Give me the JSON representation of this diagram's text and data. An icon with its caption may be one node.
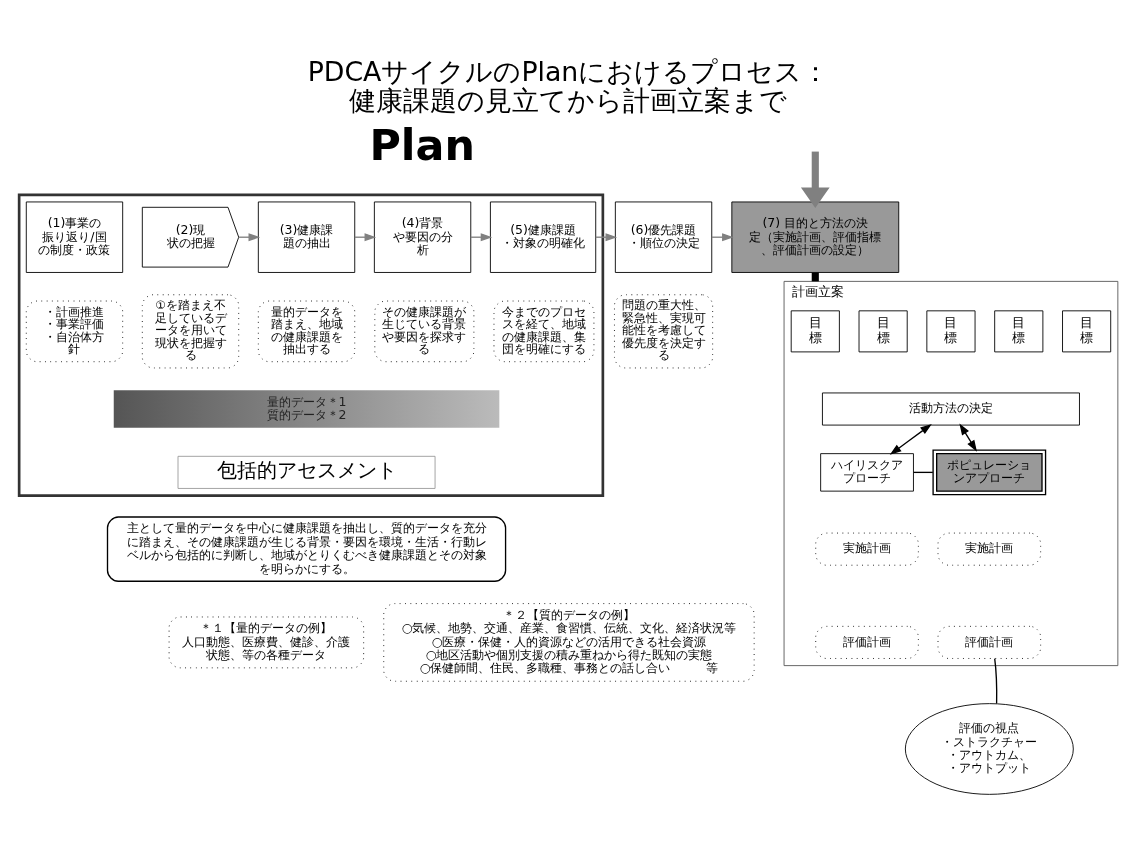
{
  "diagram": {
    "title": "PDCAサイクルのPlanにおけるプロセス：健康課題の見立てから計画立案まで",
    "nodes": [
      {
        "text": [],
        "shape": "box"
      },
      {
        "text": [
          "(1)事業の振り返り/国の制度・政策"
        ],
        "in": 0
      },
      {
        "text": [
          "(2)現状の把握"
        ],
        "in": 0
      },
      {
        "text": [
          "(3)健康課題の抽出"
        ],
        "in": 0
      },
      {
        "text": [
          "(4)背景や要因の分析"
        ],
        "in": 0
      },
      {
        "text": [
          "(5)健康課題・対象の明確化"
        ],
        "in": 0
      },
      {
        "text": [
          "・計画推進・事業評価・自治体方針"
        ],
        "in": 0
      },
      {
        "text": [
          "①を踏まえ不足しているデータを用いて現状を把握する"
        ],
        "in": 0
      },
      {
        "text": [
          "量的データを踏まえ、地域の健康課題を抽出する"
        ],
        "in": 0
      },
      {
        "text": [
          "その健康課題が生じている背景や要因を探求する"
        ],
        "in": 0
      },
      {
        "text": [
          "今までのプロセスを経て、地域の健康課題、集団を明確にする"
        ],
        "in": 0
      },
      {
        "text": [
          "量的データ＊1",
          "質的データ＊2"
        ],
        "in": 0
      },
      {
        "text": [
          "包括的アセスメント"
        ],
        "in": 0
      },
      {
        "text": [
          "主として量的データを中心に健康課題を抽出し、質的データを充分に踏まえ、その健康課題が生じる背景・要因を環境・生活・行動レベルから包括的に判断し、地域がとりくむべき健康課題とその対象を明らかにする。"
        ]
      },
      {
        "text": [
          "(6)優先課題・順位の決定"
        ]
      },
      {
        "text": [
          "問題の重大性、緊急性、実現可能性を考慮して優先度を決定する"
        ]
      },
      {
        "text": [
          "(7) 目的と方法の決定（実施計画、評価指標、評価計画の設定）"
        ]
      },
      {
        "text": [
          "計画立案"
        ]
      },
      {
        "text": [
          "目標"
        ],
        "in": 17
      },
      {
        "text": [
          "目標"
        ],
        "in": 17
      },
      {
        "text": [
          "目標"
        ],
        "in": 17
      },
      {
        "text": [
          "目標"
        ],
        "in": 17
      },
      {
        "text": [
          "目標"
        ],
        "in": 17
      },
      {
        "text": [
          "活動方法の決定"
        ],
        "in": 17
      },
      {
        "text": [
          "ハイリスクアプローチ"
        ],
        "in": 17
      },
      {
        "text": [
          "ポピュレーションアプローチ"
        ],
        "in": 17
      },
      {
        "text": [
          "実施計画"
        ],
        "in": 17
      },
      {
        "text": [
          "実施計画"
        ],
        "in": 17
      },
      {
        "text": [
          "評価計画"
        ],
        "in": 17
      },
      {
        "text": [
          "評価計画"
        ],
        "in": 17
      },
      {
        "text": [
          "評価の視点",
          "・ストラクチャー・アウトカム、・アウトプット"
        ]
      },
      {
        "text": [
          "＊１【量的データの例】",
          "人口動態、医療費、健診、介護状態、等の各種データ"
        ]
      },
      {
        "text": [
          "＊２【質的データの例】",
          "○気候、地勢、交通、産業、食習慣、伝統、文化、経済状況等",
          "○医療・保健・人的資源などの活用できる社会資源",
          "○地区活動や個別支援の積み重ねから得た既知の実態",
          "○保健師間、住民、多職種、事務との話し合い　　　等"
        ]
      }
    ],
    "edges": [
      {
        "from": null,
        "to": 16,
        "arrow": "to",
        "style": "thick"
      },
      {
        "from": 2,
        "to": 3,
        "arrow": "to"
      },
      {
        "from": 3,
        "to": 4,
        "arrow": "to"
      },
      {
        "from": 4,
        "to": 5,
        "arrow": "to"
      },
      {
        "from": 5,
        "to": 14,
        "arrow": "to"
      },
      {
        "from": 14,
        "to": 16,
        "arrow": "to"
      },
      {
        "from": 16,
        "to": 17,
        "arrow": "none",
        "style": "thick",
        "color": "#000000"
      },
      {
        "from": 23,
        "to": 24,
        "arrow": "both",
        "color": "#000000"
      },
      {
        "from": 23,
        "to": 25,
        "arrow": "both",
        "color": "#000000"
      },
      {
        "from": 24,
        "to": 25,
        "arrow": "none",
        "color": "#000000"
      },
      {
        "from": 30,
        "to": 29,
        "arrow": "none",
        "color": "#000000"
      }
    ],
    "labels": [
      "Plan"
    ]
  }
}
